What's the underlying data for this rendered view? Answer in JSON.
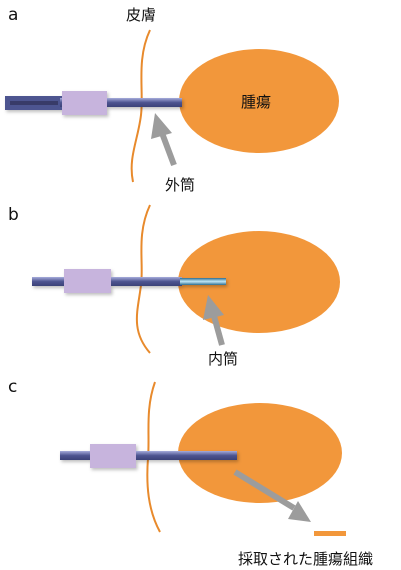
{
  "panels": [
    {
      "letter": "a",
      "skin_label": "皮膚",
      "tumor_label": "腫瘍",
      "pointer_label": "外筒"
    },
    {
      "letter": "b",
      "pointer_label": "内筒"
    },
    {
      "letter": "c",
      "sample_label": "採取された腫瘍組織"
    }
  ],
  "colors": {
    "tumor": "#f2973b",
    "skin": "#e88a2c",
    "needle": "#4d5490",
    "needle_highlight": "#a6acdb",
    "hub": "#c7b4dd",
    "inner_needle": "#8fcbe6",
    "arrow": "#9c9c9c",
    "sample": "#f2973b"
  },
  "icons": {
    "pointer": "gray-arrow-icon",
    "skin_line": "skin-curve-icon",
    "tumor": "tumor-ellipse-icon"
  }
}
